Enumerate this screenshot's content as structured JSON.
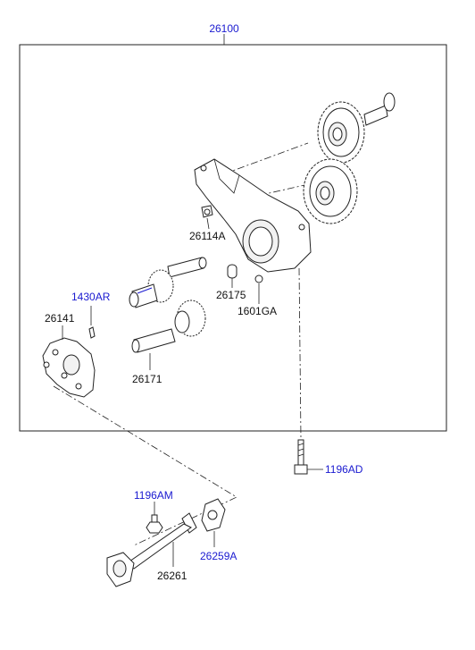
{
  "labels": {
    "assembly": "26100",
    "bracket_nut": "26114A",
    "pin": "1430AR",
    "cover": "26141",
    "shaft_gear": "26171",
    "bushing": "26175",
    "plug": "1601GA",
    "bolt_long": "1196AD",
    "bolt_short": "1196AM",
    "gasket": "26259A",
    "pipe": "26261"
  },
  "colors": {
    "link_label": "#1a1ad0",
    "plain_label": "#111111",
    "line": "#222222"
  }
}
